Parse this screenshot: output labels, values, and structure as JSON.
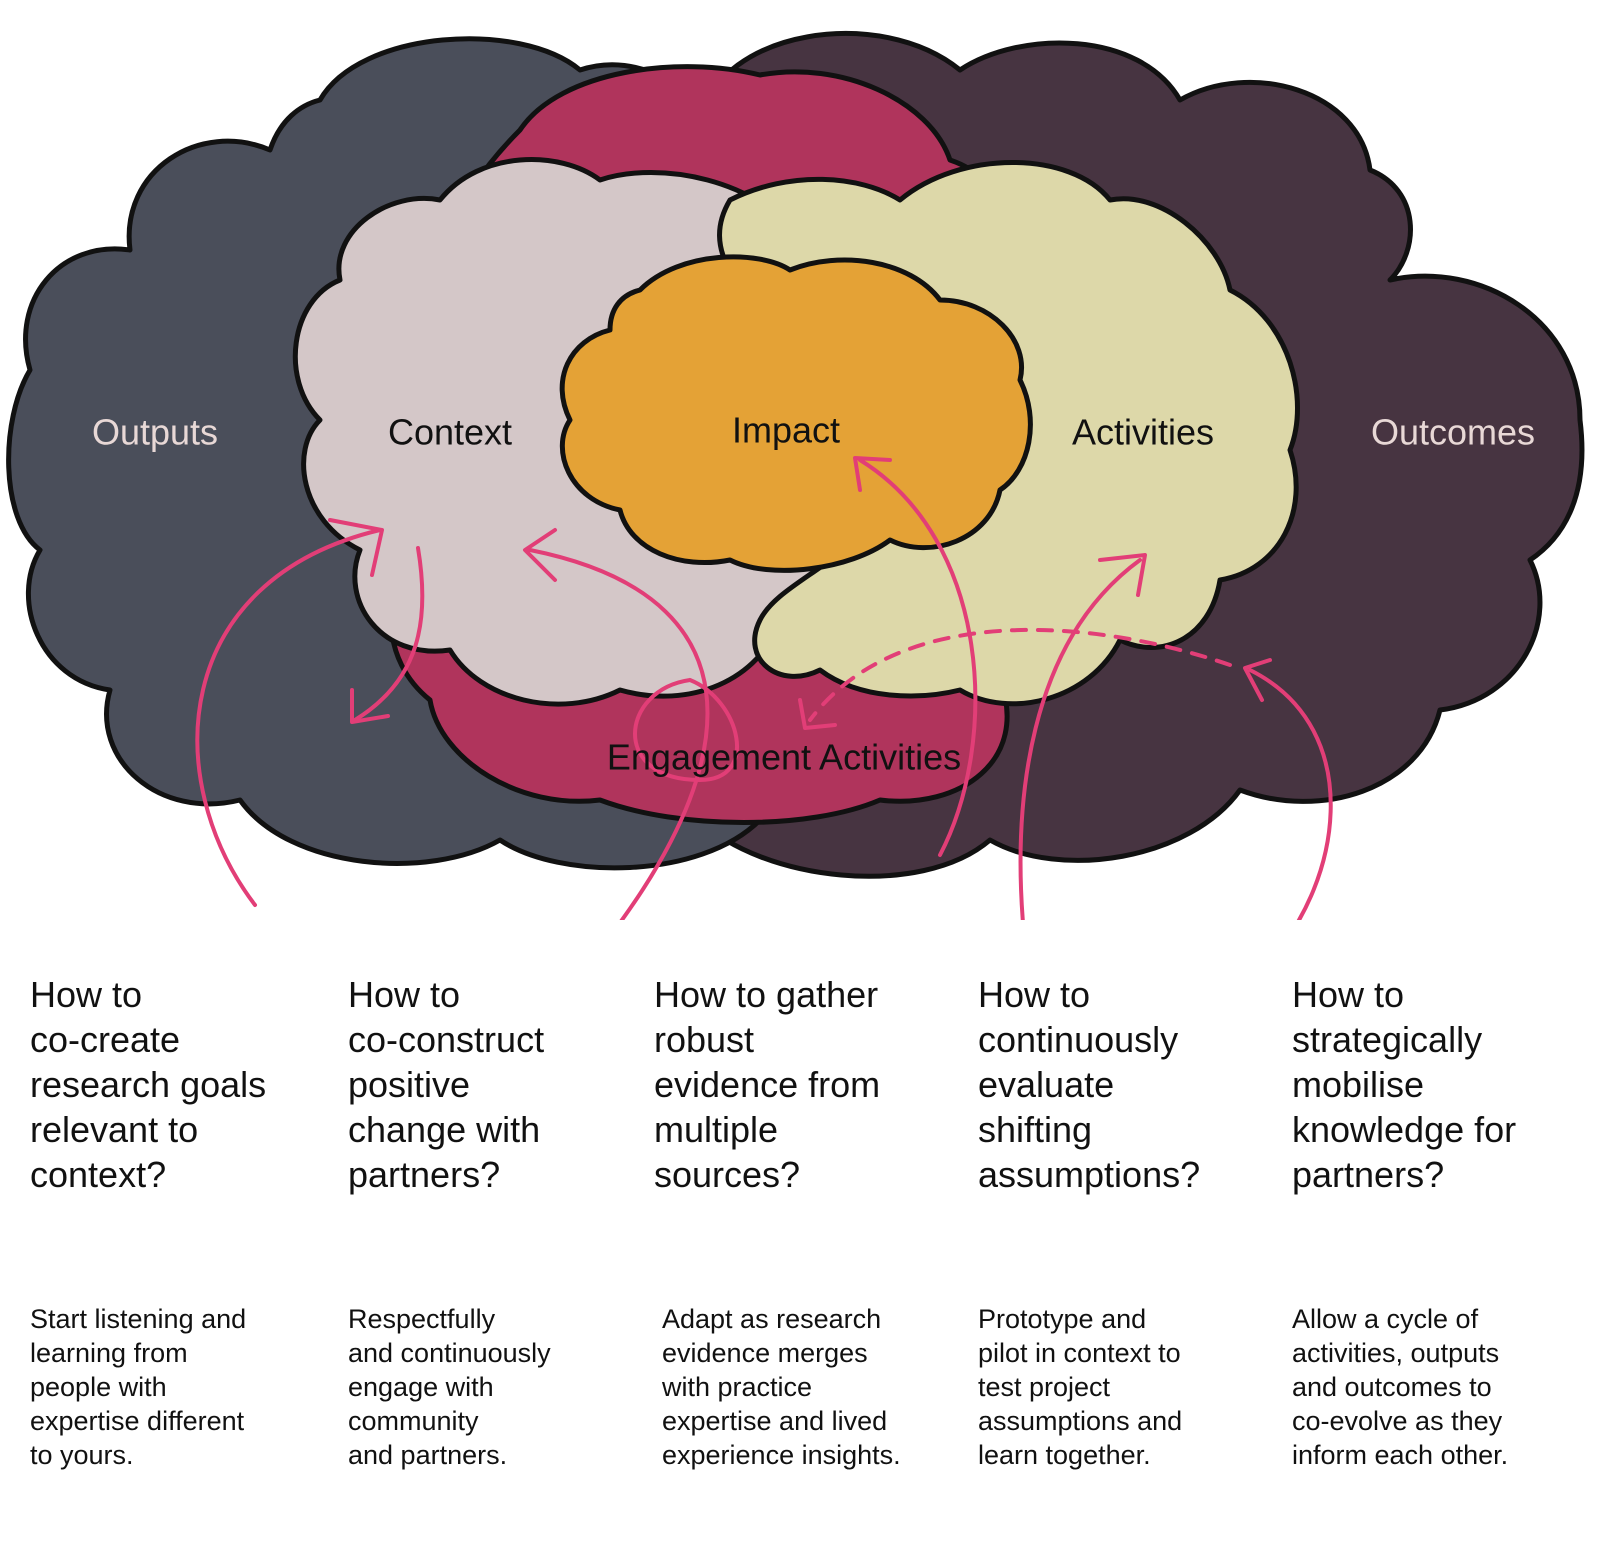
{
  "clouds": {
    "outputs": "Outputs",
    "context": "Context",
    "impact": "Impact",
    "activities": "Activities",
    "outcomes": "Outcomes",
    "engagement": "Engagement Activities"
  },
  "colors": {
    "outputs_fill": "#4a4e5a",
    "outcomes_fill": "#473441",
    "engagement_fill": "#b0345c",
    "context_fill": "#d4c7c8",
    "activities_fill": "#ddd8a9",
    "impact_fill": "#e4a236",
    "arrow": "#e23e77",
    "light_label": "#e8d8d6",
    "dark_label": "#111111"
  },
  "columns": [
    {
      "question": "How to\nco-create\nresearch goals\nrelevant to\ncontext?",
      "description": "Start listening and\nlearning from\npeople with\nexpertise different\nto yours."
    },
    {
      "question": "How to\nco-construct\npositive\nchange with\npartners?",
      "description": "Respectfully\nand continuously\nengage with\ncommunity\nand partners."
    },
    {
      "question": "How to gather\nrobust\nevidence from\nmultiple\nsources?",
      "description": "Adapt as research\nevidence merges\nwith practice\nexpertise and lived\nexperience insights."
    },
    {
      "question": "How to\ncontinuously\nevaluate\nshifting\nassumptions?",
      "description": "Prototype and\npilot in context to\ntest project\nassumptions and\nlearn together."
    },
    {
      "question": "How to\nstrategically\nmobilise\nknowledge for\npartners?",
      "description": "Allow a cycle of\nactivities, outputs\nand outcomes to\nco-evolve as they\ninform each other."
    }
  ]
}
